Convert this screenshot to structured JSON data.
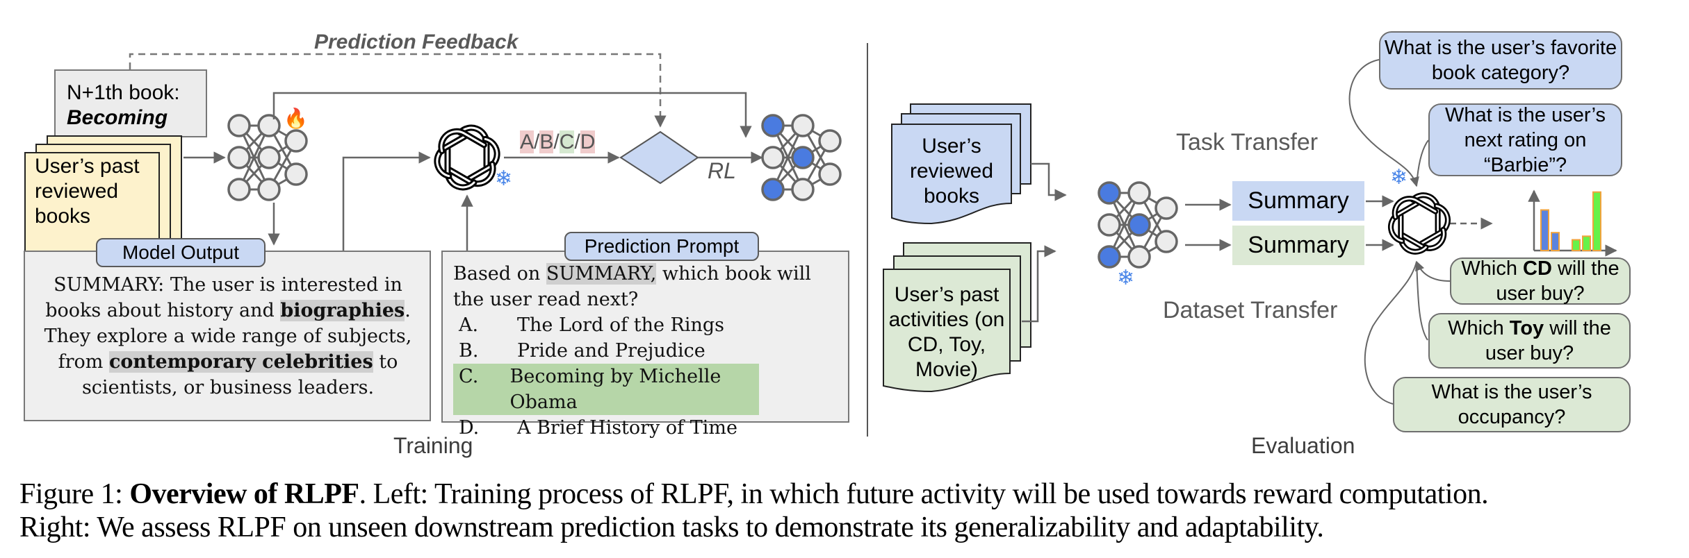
{
  "figure": {
    "training": {
      "feedback_label": "Prediction Feedback",
      "next_book_box": {
        "line1": "N+1th book:",
        "line2": "Becoming"
      },
      "past_books_stack": {
        "line1": "User’s past",
        "line2": "reviewed",
        "line3": "books"
      },
      "trainable_icon": "fire-icon",
      "frozen_icon": "snowflake-icon",
      "llm_icon": "openai-logo-icon",
      "answer_choices": [
        {
          "letter": "A",
          "correct": false
        },
        {
          "letter": "B",
          "correct": false
        },
        {
          "letter": "C",
          "correct": true
        },
        {
          "letter": "D",
          "correct": false
        }
      ],
      "answer_separator": "/",
      "rl_label": "RL",
      "model_output": {
        "tag": "Model Output",
        "lines": [
          {
            "pre": "SUMMARY: The user is interested in",
            "bold": "",
            "post": ""
          },
          {
            "pre": "books about history and ",
            "bold": "biographies",
            "post": "."
          },
          {
            "pre": "They explore a wide range of subjects,",
            "bold": "",
            "post": ""
          },
          {
            "pre": "from ",
            "bold": "contemporary celebrities",
            "post": " to"
          },
          {
            "pre": "scientists, or business leaders.",
            "bold": "",
            "post": ""
          }
        ]
      },
      "prediction_prompt": {
        "tag": "Prediction Prompt",
        "question_pre": "Based on ",
        "question_highlight": "SUMMARY,",
        "question_post": " which book will",
        "question_line2": "the user read next?",
        "options": [
          {
            "letter": "A.",
            "text": "The Lord of the Rings",
            "highlighted": false
          },
          {
            "letter": "B.",
            "text": "Pride and Prejudice",
            "highlighted": false
          },
          {
            "letter": "C.",
            "text": "Becoming by Michelle Obama",
            "highlighted": true
          },
          {
            "letter": "D.",
            "text": "A Brief History of Time",
            "highlighted": false
          }
        ]
      },
      "section_label": "Training"
    },
    "evaluation": {
      "reviewed_books_stack": {
        "line1": "User’s",
        "line2": "reviewed",
        "line3": "books"
      },
      "past_activities_stack": {
        "line1": "User’s past",
        "line2": "activities (on",
        "line3": "CD, Toy,",
        "line4": "Movie)"
      },
      "task_transfer_label": "Task Transfer",
      "dataset_transfer_label": "Dataset Transfer",
      "summary_blue": "Summary",
      "summary_green": "Summary",
      "questions": [
        {
          "pre": "What is the user’s favorite",
          "bold": "",
          "post": "",
          "line2": "book category?",
          "color": "blue"
        },
        {
          "pre": "What is the user’s",
          "bold": "",
          "post": "",
          "line2": "next rating on",
          "line3": "“Barbie”?",
          "color": "blue"
        },
        {
          "pre": "Which ",
          "bold": "CD",
          "post": " will the",
          "line2": "user buy?",
          "color": "green"
        },
        {
          "pre": "Which ",
          "bold": "Toy",
          "post": " will the",
          "line2": "user buy?",
          "color": "green"
        },
        {
          "pre": "What is the user’s",
          "bold": "",
          "post": "",
          "line2": "occupancy?",
          "color": "green"
        }
      ],
      "mini_chart": {
        "type": "bar",
        "series": [
          {
            "name": "blue",
            "color": "#5b83de",
            "values": [
              0.68,
              0.3
            ]
          },
          {
            "name": "green",
            "color": "#66f24a",
            "values": [
              0.18,
              0.24,
              0.98
            ]
          }
        ],
        "outline_color": "#f0a33c"
      },
      "section_label": "Evaluation"
    },
    "colors": {
      "blue_fill": "#c9d8f3",
      "green_fill": "#dce9d5",
      "cream_fill": "#fdf2cc",
      "gray_fill": "#efefef",
      "node_blue": "#4a7be0",
      "node_gray": "#ececec",
      "line_gray": "#666666",
      "snowflake_blue": "#4a86e8"
    }
  },
  "caption": {
    "prefix": "Figure 1: ",
    "bold": "Overview of RLPF",
    "line1_rest": ". Left: Training process of RLPF, in which future activity will be used towards reward computation.",
    "line2": "Right: We assess RLPF on unseen downstream prediction tasks to demonstrate its generalizability and adaptability."
  }
}
